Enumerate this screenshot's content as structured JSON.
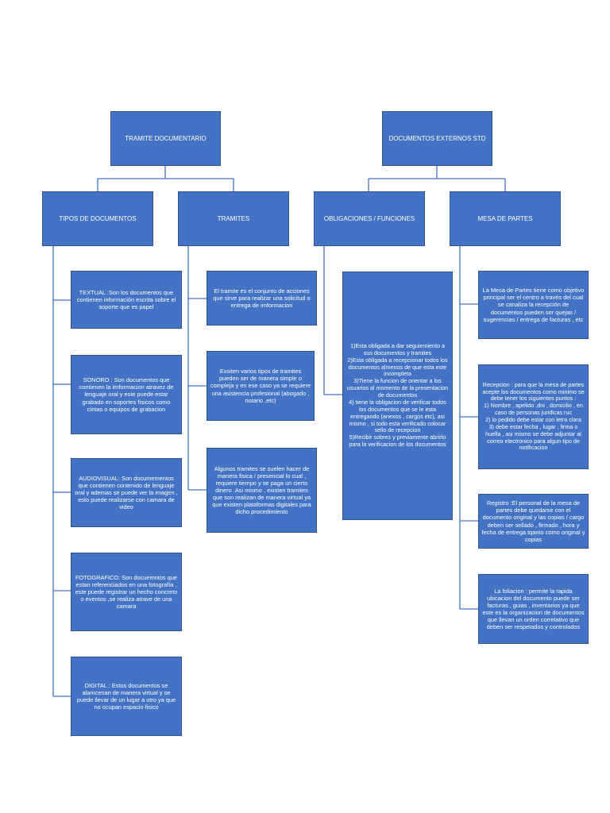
{
  "diagram": {
    "roots": {
      "tramite_documentario": "TRAMITE DOCUMENTARIO",
      "documentos_externos": "DOCUMENTOS EXTERNOS STD"
    },
    "categories": {
      "tipos_documentos": "TIPOS DE DOCUMENTOS",
      "tramites": "TRAMITES",
      "obligaciones": "OBLIGACIONES / FUNCIONES",
      "mesa_partes": "MESA DE PARTES"
    },
    "tipos_documentos_items": [
      "TEXTUAL :Son los documentos que contienen información escrita sobre el soporte que es papel",
      "SONORO : Son documentos que contienen la imformacion atravez de lenguaje oral y este puede estar grabado en soportes físicos como cintas o equipos de grabacion",
      "AUDIOVISUAL: Son documementos que contienen contenido de lenguaje oral y ademas se puede ver la imagen , esto puede realizarse con camara de video",
      "FOTOGRAFICO: Son docuemntos que estan referenciados en una fotografía , este puede registrar un hecho concreto o eventos ,se realiza atrave de una camara",
      "DIGITAL : Estos documentos se alamcenan de manera virtual y se puede llevar de un lugar a otro ya que no ocupan espacio fisico"
    ],
    "tramites_items": [
      "El tramite es el conjunto de acciones que sirve para realizar una solicitud o entrega de imformacion",
      "Exsiten varios tipos de tramites pueden ser de manera simple o compleja y en ese caso ya se requiere una asistencia profesional (abogado , notario ,etc)",
      "Algunos tramites se suelen hacer de manera fisica / presencial lo cual , requiere tiempo y se paga un cierto dinero .Asi mismo , existen tramites que son realizan de manera virtual ya que existen plataformas digitales para dicho procedimiento"
    ],
    "obligaciones_text": "1)Esta obligada a dar seguiemiento a sus documentos y tramites\n2)Esta obligada a recepcionar todos los documentos almenos de que esta este incompleta\n3)Tiene la funcion de orientar a los usuarios al momento de la presentacion de documentos\n4) tiene la obligacion de verificar todos los documentos que se le esta entregando (anexos , cargos etc), asi mismo , si todo esta verificado colocar sello de recepcion\n5)Recibir sobres y previamente abrirlo para la verificacion de los documentos",
    "mesa_partes_items": [
      "La Mesa de Partes tiene como objetivo principal ser el centro a través del cual se canaliza la recepción de documentos pueden ser quejas / sugerencias / entrega de facturas , etc",
      "Recepcion : para que la mesa de partes acepte los documentos como minimo se debe tener los siguientes puntos :\n1) Nombre , apelido ,dni , domicilio , en caso de personas juridicas ruc\n2) lo pedido debe estar con letra clara\n3) debe estar fecha , lugar , firma o huella , asi mismo se debe adjuntar al correo electronico para algun tipo de notificacion",
      "Registro :El personal de la mesa de partes debe quedarse con el documento original y las copias / cargo deben ser sellado , firmado , hora y fecha de entrega tqanto como original y copias",
      "La foliacion : permite la rapida ubicacion del documento puede ser facturas , guias , inventarios ya que este es la organizacion de documentos que llevan un orden correlativo que deben ser respetados y controlados"
    ],
    "colors": {
      "box_fill": "#4472c4",
      "box_border": "#2f528f",
      "text": "#ffffff",
      "connector": "#4472c4"
    }
  }
}
